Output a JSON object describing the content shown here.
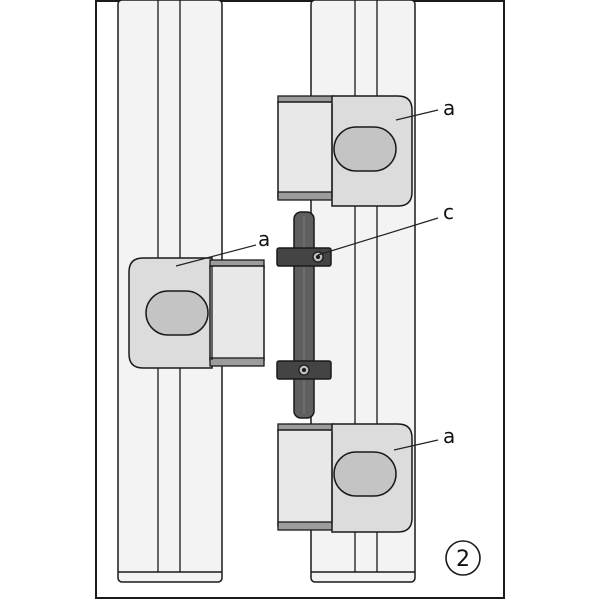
{
  "figure": {
    "callouts": {
      "hinge_top": "a",
      "hinge_left": "a",
      "hinge_bottom": "a",
      "clamp": "c"
    },
    "figure_number": "2"
  },
  "colors": {
    "outline": "#1a1a1a",
    "frame_fill": "#f3f3f3",
    "hinge_front": "#dcdcdc",
    "hinge_side": "#e8e8e8",
    "hinge_slot": "#c4c4c4",
    "hinge_cap": "#9c9c9c",
    "pin": "#5f5f5f",
    "clamp": "#444444",
    "leader": "#222222"
  }
}
